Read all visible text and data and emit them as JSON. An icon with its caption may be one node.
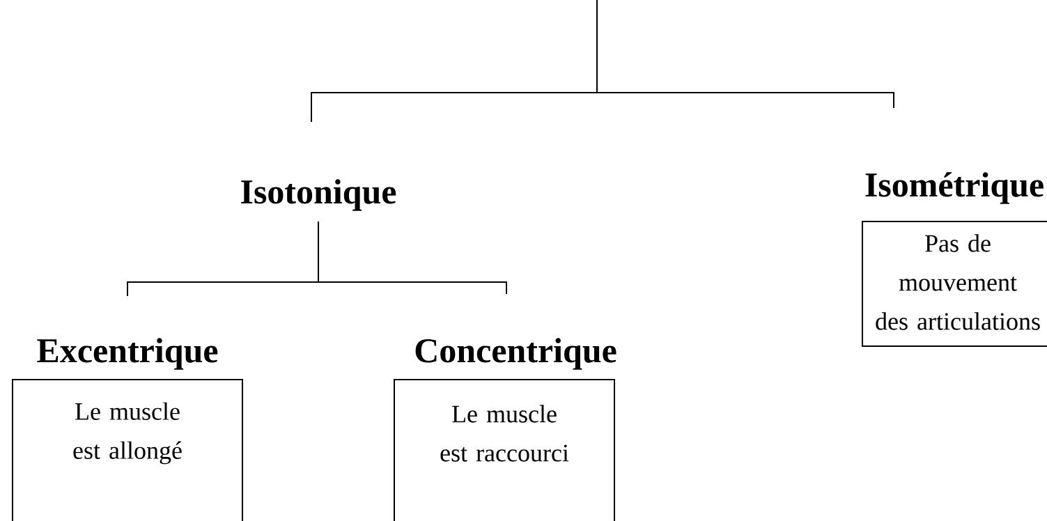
{
  "diagram": {
    "nodes": [
      {
        "text": [
          "Isotonique"
        ]
      },
      {
        "text": [
          "Excentrique",
          "Le muscle est allongé"
        ]
      },
      {
        "text": [
          "Concentrique",
          "Le muscle est raccourci"
        ]
      },
      {
        "text": [
          "Isométrique",
          "Pas de mouvement des articulations"
        ]
      }
    ],
    "edges": [
      {
        "from": null,
        "to": 0,
        "arrow": "none"
      },
      {
        "from": null,
        "to": 3,
        "arrow": "none"
      },
      {
        "from": 0,
        "to": 1,
        "arrow": "none"
      },
      {
        "from": 0,
        "to": 2,
        "arrow": "none"
      }
    ]
  }
}
